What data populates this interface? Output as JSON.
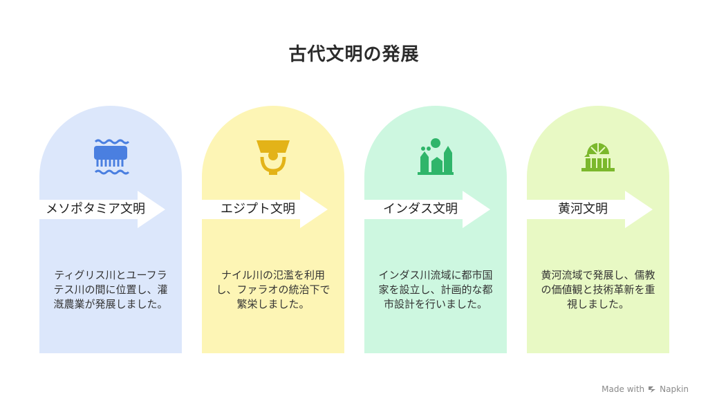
{
  "title": "古代文明の発展",
  "cards": [
    {
      "name": "メソポタミア文明",
      "description": "ティグリス川とユーフラテス川の間に位置し、灌漑農業が発展しました。",
      "color": "#dce7fb",
      "icon": "irrigation-icon",
      "icon_color": "#4a7fe0"
    },
    {
      "name": "エジプト文明",
      "description": "ナイル川の氾濫を利用し、ファラオの統治下で繁栄しました。",
      "color": "#fdf5b5",
      "icon": "pharaoh-icon",
      "icon_color": "#e3b318"
    },
    {
      "name": "インダス文明",
      "description": "インダス川流域に都市国家を設立し、計画的な都市設計を行いました。",
      "color": "#cdf7e0",
      "icon": "city-plan-icon",
      "icon_color": "#2fb56a"
    },
    {
      "name": "黄河文明",
      "description": "黄河流域で発展し、儒教の価値観と技術革新を重視しました。",
      "color": "#e8f9c4",
      "icon": "farming-icon",
      "icon_color": "#7bb82c"
    }
  ],
  "footer": {
    "text": "Made with",
    "brand": "Napkin"
  }
}
